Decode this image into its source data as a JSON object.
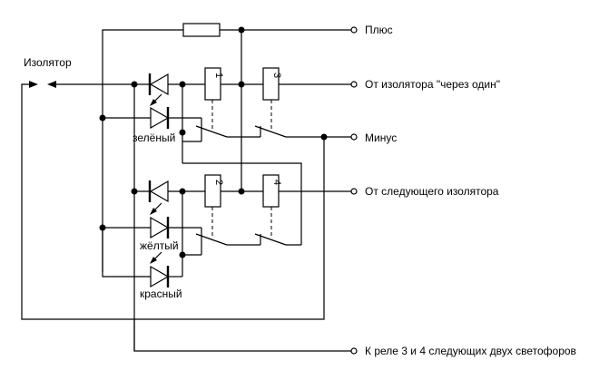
{
  "diagram": {
    "type": "electrical-schematic",
    "labels": {
      "isolator": "Изолятор",
      "plus": "Плюс",
      "from_isolator_skip": "От изолятора \"через один\"",
      "minus": "Минус",
      "from_next_isolator": "От следующего изолятора",
      "to_relays_next": "К реле 3 и 4 следующих двух светофоров"
    },
    "leds": [
      {
        "name": "green",
        "label": "зелёный"
      },
      {
        "name": "yellow",
        "label": "жёлтый"
      },
      {
        "name": "red",
        "label": "красный"
      }
    ],
    "relays": [
      {
        "id": "1",
        "label": "1"
      },
      {
        "id": "2",
        "label": "2"
      },
      {
        "id": "3",
        "label": "3"
      },
      {
        "id": "4",
        "label": "4"
      }
    ],
    "components": {
      "resistor": "resistor",
      "diodes": 2
    }
  }
}
